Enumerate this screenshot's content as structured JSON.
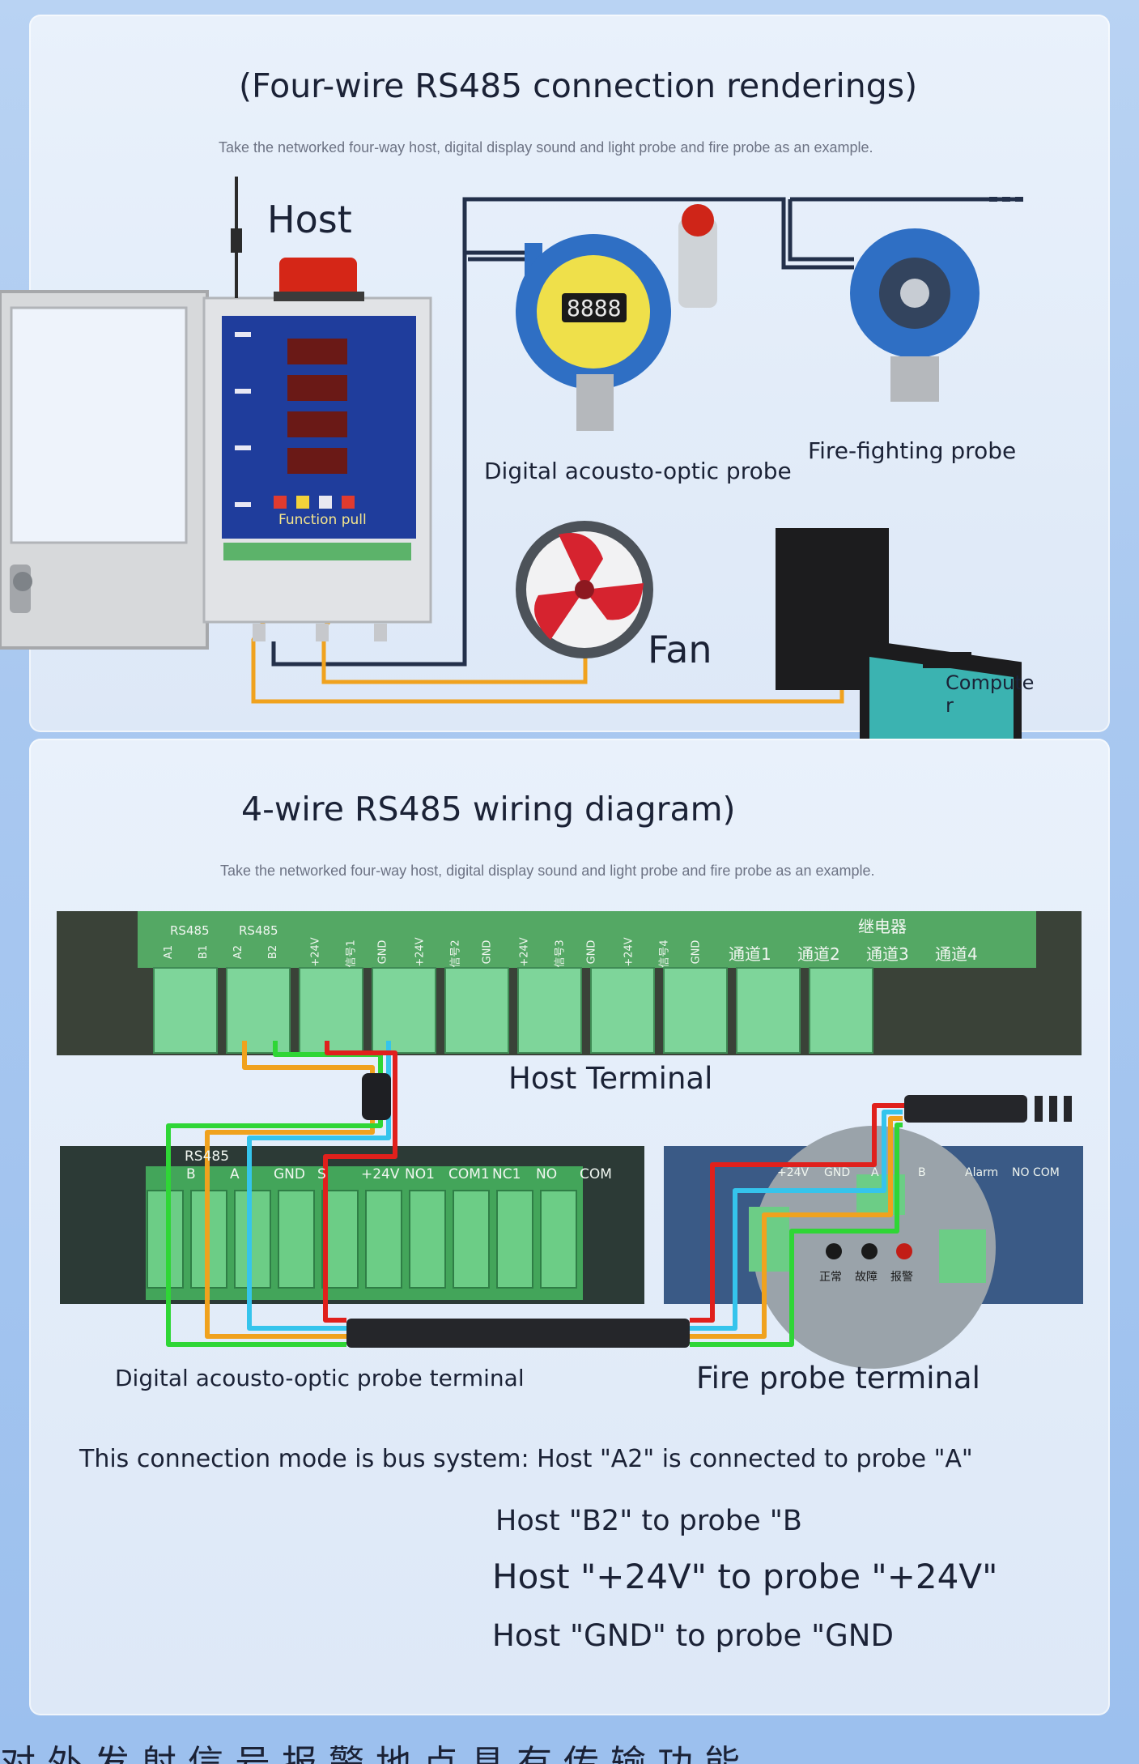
{
  "panel1": {
    "title": "(Four-wire RS485 connection renderings)",
    "subtitle": "Take the networked four-way host, digital display sound and light probe and fire probe as an example.",
    "labels": {
      "host": "Host",
      "digital_probe": "Digital acousto-optic probe",
      "fire_probe": "Fire-fighting probe",
      "fan": "Fan",
      "computer_line1": "Compute",
      "computer_line2": "r",
      "function_pull": "Function pull",
      "display_value": "8888",
      "ellipsis": "…"
    }
  },
  "panel2": {
    "title": "4-wire RS485 wiring diagram)",
    "subtitle": "Take the networked four-way host, digital display sound and light probe and fire probe as an example.",
    "host_terminal_label": "Host Terminal",
    "digital_terminal_label": "Digital acousto-optic probe terminal",
    "fire_terminal_label": "Fire probe terminal",
    "host_terminals": [
      "RS485 A1",
      "RS485 B1",
      "RS485 A2",
      "RS485 B2",
      "+24V",
      "信号1",
      "GND",
      "+24V",
      "信号2",
      "GND",
      "+24V",
      "信号3",
      "GND",
      "+24V",
      "信号4",
      "GND"
    ],
    "host_header_rs485": "RS485",
    "host_relay_header": "继电器",
    "host_channels": [
      "通道1",
      "通道2",
      "通道3",
      "通道4"
    ],
    "digital_terminals": [
      "B",
      "A",
      "GND",
      "S",
      "+24V",
      "NO1",
      "COM1",
      "NC1",
      "NO",
      "COM"
    ],
    "digital_header": "RS485",
    "fire_terminals": [
      "+24V",
      "GND",
      "A",
      "B",
      "Alarm",
      "NO COM"
    ],
    "fire_leds": [
      "正常",
      "故障",
      "报警"
    ],
    "notes": [
      "This connection mode is bus system: Host \"A2\" is connected to probe \"A\"",
      "Host \"B2\" to probe \"B",
      "Host \"+24V\" to probe \"+24V\"",
      "Host \"GND\" to probe \"GND"
    ]
  },
  "colors": {
    "wire_dark": "#23304a",
    "wire_orange": "#f0a21e",
    "wire_green": "#2fd636",
    "wire_cyan": "#35c4ec",
    "wire_red": "#e0201c",
    "terminal_green": "#7ed59a",
    "probe_blue": "#2f6fc4"
  },
  "bottom_strip_text": "对外发射信号报警地点具有传输功能"
}
